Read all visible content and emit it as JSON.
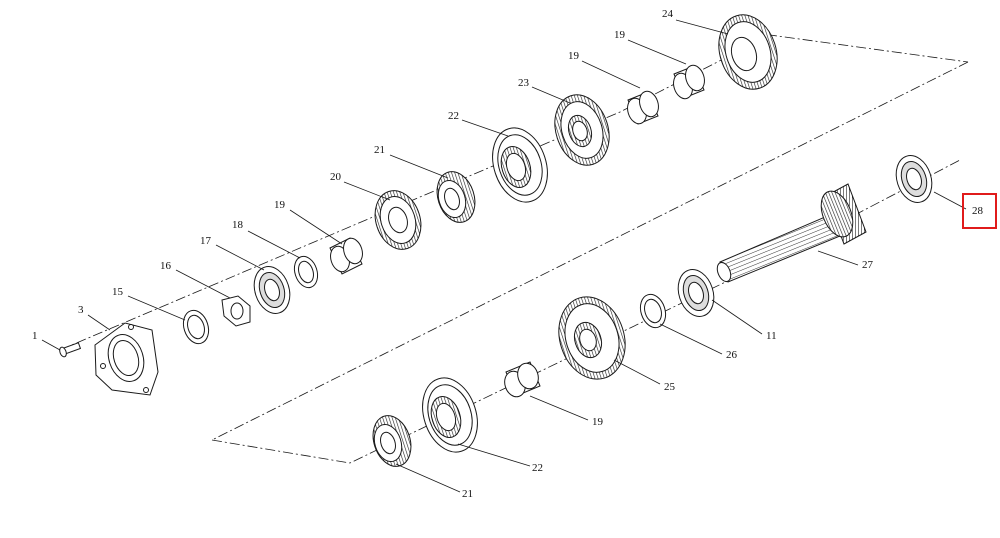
{
  "labels": {
    "l1": "1",
    "l3": "3",
    "l15": "15",
    "l16": "16",
    "l17": "17",
    "l18": "18",
    "l19a": "19",
    "l20": "20",
    "l21a": "21",
    "l22a": "22",
    "l23": "23",
    "l19b": "19",
    "l19c": "19",
    "l24": "24",
    "l28": "28",
    "l27": "27",
    "l11": "11",
    "l26": "26",
    "l25": "25",
    "l19d": "19",
    "l22b": "22",
    "l21b": "21"
  },
  "highlight": {
    "part": "28",
    "color": "#e01b1b"
  },
  "colors": {
    "line": "#1a1a1a",
    "fill": "#ffffff",
    "hatch": "#555555"
  }
}
